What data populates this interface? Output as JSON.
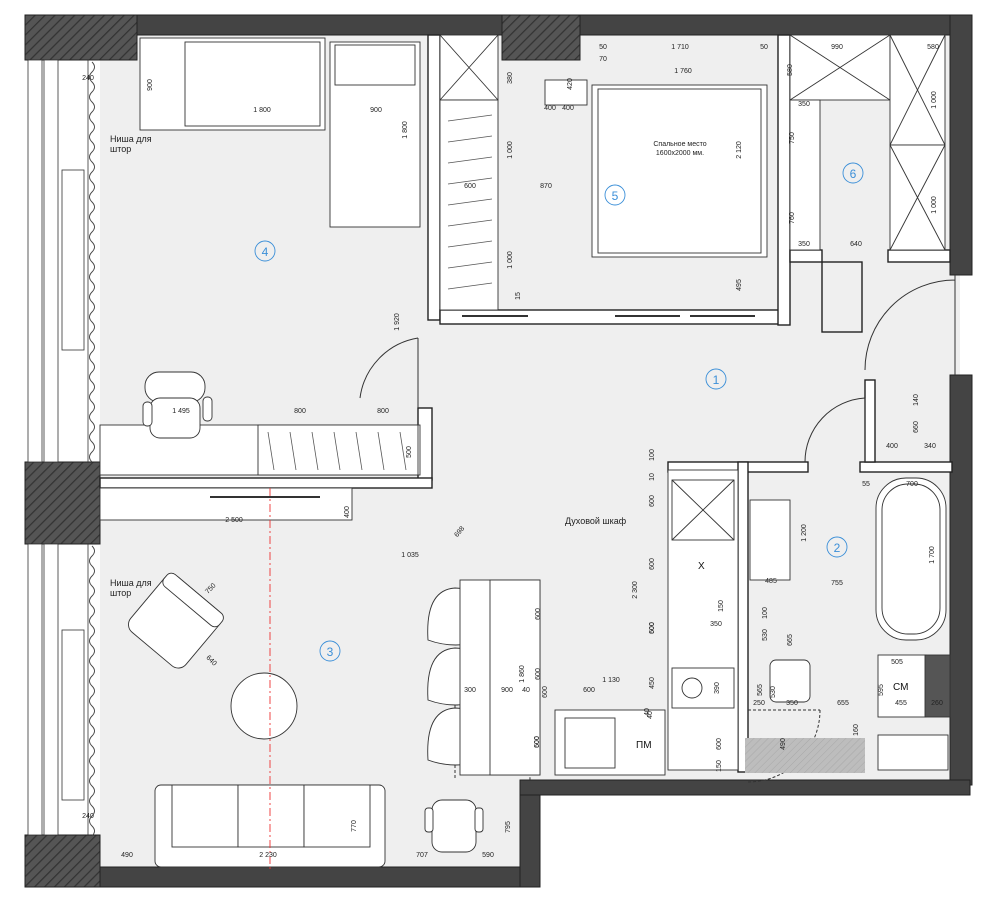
{
  "rooms": [
    "1",
    "2",
    "3",
    "4",
    "5",
    "6"
  ],
  "labels": {
    "curtain_niche_top": [
      "Ниша для",
      "штор"
    ],
    "curtain_niche_bottom": [
      "Ниша для",
      "штор"
    ],
    "bed_caption": [
      "Спальное место",
      "1600х2000 мм."
    ],
    "oven": "Духовой шкаф",
    "dishwasher": "ПМ",
    "washer": "СМ",
    "fridge_x": "X"
  },
  "dimensions": [
    "240",
    "900",
    "1 800",
    "900",
    "1 800",
    "380",
    "400",
    "420",
    "50",
    "1 710",
    "50",
    "70",
    "1 760",
    "400",
    "1 000",
    "600",
    "870",
    "2 120",
    "1 000",
    "495",
    "15",
    "990",
    "580",
    "580",
    "1 000",
    "1 000",
    "350",
    "750",
    "760",
    "350",
    "640",
    "1 920",
    "1 495",
    "800",
    "800",
    "500",
    "140",
    "660",
    "400",
    "340",
    "100",
    "10",
    "600",
    "55",
    "700",
    "2 500",
    "400",
    "698",
    "1 035",
    "600",
    "1 200",
    "485",
    "755",
    "1 700",
    "750",
    "640",
    "2 300",
    "600",
    "150",
    "350",
    "600",
    "1 860",
    "600",
    "600",
    "100",
    "530",
    "665",
    "505",
    "1 130",
    "450",
    "40",
    "300",
    "900",
    "600",
    "40",
    "600",
    "390",
    "565",
    "530",
    "595",
    "600",
    "40",
    "250",
    "350",
    "655",
    "455",
    "260",
    "490",
    "160",
    "600",
    "600",
    "150",
    "240",
    "770",
    "795",
    "490",
    "2 230",
    "707",
    "590"
  ]
}
